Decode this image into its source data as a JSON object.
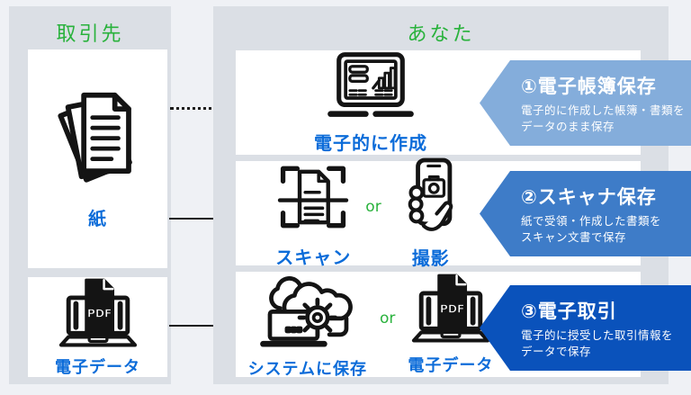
{
  "colors": {
    "page_bg": "#EFF1F5",
    "panel_bg": "#DBDFE5",
    "header_green": "#29B23C",
    "label_blue": "#0C6CD9",
    "banner1_bg": "#84ADDB",
    "banner2_bg": "#3E7CC8",
    "banner3_bg": "#0A52BB",
    "icon_stroke": "#141414"
  },
  "left_panel": {
    "header": "取引先",
    "paper_box": {
      "icon": "paper-stack-icon",
      "label": "紙"
    },
    "edata_box": {
      "icon": "pdf-laptop-icon",
      "label": "電子データ",
      "pdf_text": "PDF"
    }
  },
  "right_panel": {
    "header": "あなた",
    "row1": {
      "item1": {
        "icon": "laptop-dashboard-icon",
        "label": "電子的に作成"
      }
    },
    "row2": {
      "item1": {
        "icon": "scan-document-icon",
        "label": "スキャン"
      },
      "or": "or",
      "item2": {
        "icon": "camera-phone-icon",
        "label": "撮影"
      }
    },
    "row3": {
      "item1": {
        "icon": "cloud-system-icon",
        "label": "システムに保存",
        "dots": "..."
      },
      "or": "or",
      "item2": {
        "icon": "pdf-laptop-icon",
        "label": "電子データ",
        "pdf_text": "PDF"
      }
    }
  },
  "banners": [
    {
      "title": "①電子帳簿保存",
      "desc_line1": "電子的に作成した帳簿・書類を",
      "desc_line2": "データのまま保存"
    },
    {
      "title": "②スキャナ保存",
      "desc_line1": "紙で受領・作成した書類を",
      "desc_line2": "スキャン文書で保存"
    },
    {
      "title": "③電子取引",
      "desc_line1": "電子的に授受した取引情報を",
      "desc_line2": "データで保存"
    }
  ]
}
